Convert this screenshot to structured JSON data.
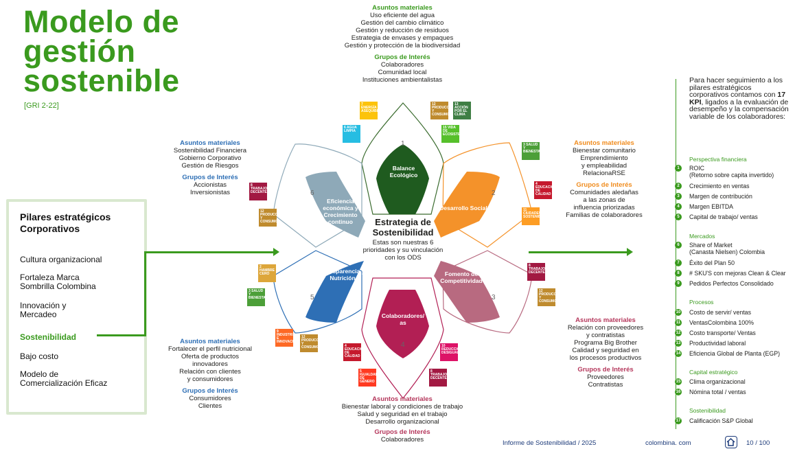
{
  "title": {
    "line1": "Modelo de",
    "line2": "gestión",
    "line3": "sostenible",
    "gri": "[GRI 2-22]"
  },
  "pillars": {
    "heading": "Pilares estratégicos Corporativos",
    "items": [
      {
        "label": "Cultura organizacional"
      },
      {
        "label": "Fortaleza Marca Sombrilla Colombina"
      },
      {
        "label": "Innovación y Mercadeo"
      },
      {
        "label": "Sostenibilidad"
      },
      {
        "label": "Bajo costo"
      },
      {
        "label": "Modelo de Comercialización Eficaz"
      }
    ]
  },
  "center": {
    "title": "Estrategia de Sostenibilidad",
    "subtitle": "Estas son nuestras 6 prioridades y su vinculación con los ODS"
  },
  "petals": [
    {
      "num": "1",
      "label": "Balance Ecológico",
      "color": "#1f5b1f"
    },
    {
      "num": "2",
      "label": "Desarrollo Social",
      "color": "#f4922a"
    },
    {
      "num": "3",
      "label": "Fomento de Competitividad",
      "color": "#b86a80"
    },
    {
      "num": "4",
      "label": "Colaboradores/ as",
      "color": "#b21f54"
    },
    {
      "num": "5",
      "label": "Transparencia y Nutrición",
      "color": "#2e6fb5"
    },
    {
      "num": "6",
      "label": "Eficiencia económica y Crecimiento continuo",
      "color": "#8ea9b8"
    }
  ],
  "block_top": {
    "h1": "Asuntos materiales",
    "items": [
      "Uso eficiente del agua",
      "Gestión del cambio climático",
      "Gestión y reducción de residuos",
      "Estrategia de envases y empaques",
      "Gestión y protección de la biodiversidad"
    ],
    "h2": "Grupos de Interés",
    "groups": [
      "Colaboradores",
      "Comunidad local",
      "Instituciones ambientalistas"
    ]
  },
  "block_left": {
    "h1": "Asuntos materiales",
    "items": [
      "Sostenibilidad Financiera",
      "Gobierno Corporativo",
      "Gestión de Riesgos"
    ],
    "h2": "Grupos de Interés",
    "groups": [
      "Accionistas",
      "Inversionistas"
    ]
  },
  "block_right": {
    "h1": "Asuntos materiales",
    "items": [
      "Bienestar comunitario",
      "Emprendimiento",
      "y empleabilidad",
      "RelacionaRSE"
    ],
    "h2": "Grupos de Interés",
    "groups": [
      "Comunidades aledañas",
      "a las zonas de",
      "influencia priorizadas",
      "Familias de colaboradores"
    ]
  },
  "block_bottomright": {
    "h1": "Asuntos materiales",
    "items": [
      "Relación con proveedores",
      "y contratistas",
      "Programa Big Brother",
      "Calidad y seguridad en",
      "los procesos productivos"
    ],
    "h2": "Grupos de Interés",
    "groups": [
      "Proveedores",
      "Contratistas"
    ]
  },
  "block_bottomleft": {
    "h1": "Asuntos materiales",
    "items": [
      "Fortalecer el perfil nutricional",
      "Oferta de productos",
      "innovadores",
      "Relación con clientes",
      "y consumidores"
    ],
    "h2": "Grupos de Interés",
    "groups": [
      "Consumidores",
      "Clientes"
    ]
  },
  "block_bottom": {
    "h1": "Asuntos materiales",
    "items": [
      "Bienestar laboral y condiciones de trabajo",
      "Salud y seguridad en el trabajo",
      "Desarrollo organizacional"
    ],
    "h2": "Grupos de Interés",
    "groups": [
      "Colaboradores"
    ]
  },
  "right": {
    "intro_a": "Para hacer seguimiento a los pilares estratégicos corporativos contamos con ",
    "intro_b": "17 KPI",
    "intro_c": ", ligados a la evaluación de desempeño y la compensación variable de los colaboradores:",
    "sections": [
      {
        "title": "Perspectiva financiera",
        "kpis": [
          {
            "n": "1",
            "label": "ROIC",
            "sub": "(Retorno sobre capita invertido)"
          },
          {
            "n": "2",
            "label": "Crecimiento en ventas"
          },
          {
            "n": "3",
            "label": "Margen de contribución"
          },
          {
            "n": "4",
            "label": "Margen EBITDA"
          },
          {
            "n": "5",
            "label": "Capital de trabajo/ ventas"
          }
        ]
      },
      {
        "title": "Mercados",
        "kpis": [
          {
            "n": "6",
            "label": "Share of Market",
            "sub": "(Canasta Nielsen) Colombia"
          },
          {
            "n": "7",
            "label": "Éxito del Plan 50"
          },
          {
            "n": "8",
            "label": "# SKU'S con mejoras Clean & Clear"
          },
          {
            "n": "9",
            "label": "Pedidos Perfectos Consolidado"
          }
        ]
      },
      {
        "title": "Procesos",
        "kpis": [
          {
            "n": "10",
            "label": "Costo de servir/ ventas"
          },
          {
            "n": "11",
            "label": "VentasColombina 100%"
          },
          {
            "n": "12",
            "label": "Costo transporte/ Ventas"
          },
          {
            "n": "13",
            "label": "Productividad laboral"
          },
          {
            "n": "14",
            "label": "Eficiencia Global de Planta (EGP)"
          }
        ]
      },
      {
        "title": "Capital estratégico",
        "kpis": [
          {
            "n": "15",
            "label": "Clima organizacional"
          },
          {
            "n": "16",
            "label": "Nómina total / ventas"
          }
        ]
      },
      {
        "title": "Sostenibilidad",
        "kpis": [
          {
            "n": "17",
            "label": "Calificación S&P Global"
          }
        ]
      }
    ]
  },
  "footer": {
    "report": "Informe de Sostenibilidad  / 2025",
    "site": "colombina. com",
    "page": "10  /  100"
  },
  "sdgs": [
    {
      "n": "7",
      "label": "ENERGÍA ASEQUIBLE",
      "color": "#fcc30b"
    },
    {
      "n": "12",
      "label": "PRODUCCIÓN Y CONSUMO",
      "color": "#bf8b2e"
    },
    {
      "n": "13",
      "label": "ACCIÓN POR EL CLIMA",
      "color": "#3f7e44"
    },
    {
      "n": "6",
      "label": "AGUA LIMPIA",
      "color": "#26bde2"
    },
    {
      "n": "15",
      "label": "VIDA DE ECOSISTEMAS",
      "color": "#56c02b"
    },
    {
      "n": "3",
      "label": "SALUD Y BIENESTAR",
      "color": "#4c9f38"
    },
    {
      "n": "4",
      "label": "EDUCACIÓN DE CALIDAD",
      "color": "#c5192d"
    },
    {
      "n": "11",
      "label": "CIUDADES SOSTENIBLES",
      "color": "#fd9d24"
    },
    {
      "n": "8",
      "label": "TRABAJO DECENTE",
      "color": "#a21942"
    },
    {
      "n": "12",
      "label": "PRODUCCIÓN Y CONSUMO",
      "color": "#bf8b2e"
    },
    {
      "n": "9",
      "label": "INDUSTRIA E INNOVACIÓN",
      "color": "#fd6925"
    },
    {
      "n": "10",
      "label": "REDUCCIÓN DESIGUALDADES",
      "color": "#dd1367"
    },
    {
      "n": "5",
      "label": "IGUALDAD DE GÉNERO",
      "color": "#ff3a21"
    },
    {
      "n": "2",
      "label": "HAMBRE CERO",
      "color": "#dda63a"
    }
  ]
}
